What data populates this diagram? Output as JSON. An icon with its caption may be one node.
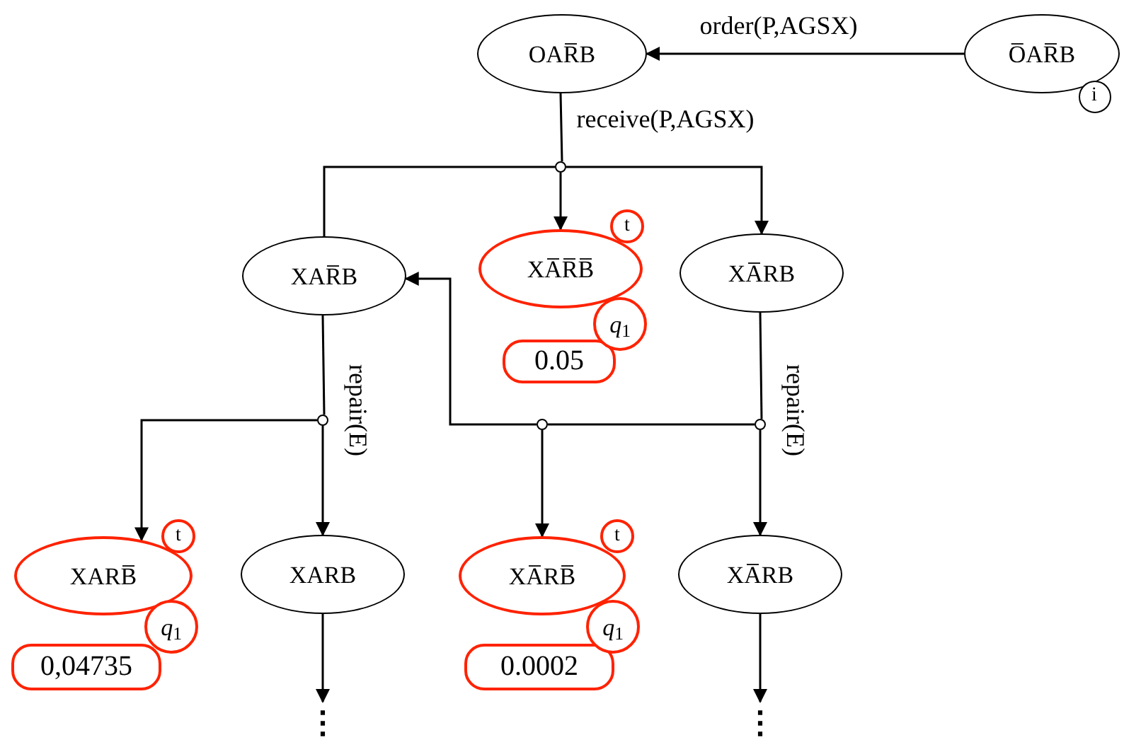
{
  "diagram": {
    "nodes": [
      {
        "text": [
          "OAR̅B"
        ]
      },
      {
        "text": [
          "O̅AR̅B"
        ]
      },
      {
        "text": [
          "i"
        ]
      },
      {
        "text": [],
        "shape": "circle"
      },
      {
        "text": [
          "XAR̅B"
        ]
      },
      {
        "text": [
          "XA̅R̅B̅"
        ]
      },
      {
        "text": [
          "t"
        ]
      },
      {
        "text": [
          "*q*$_{1}$"
        ]
      },
      {
        "text": [
          "0.05"
        ]
      },
      {
        "text": [
          "XA̅RB"
        ]
      },
      {
        "text": [],
        "shape": "circle"
      },
      {
        "text": [],
        "shape": "circle"
      },
      {
        "text": [],
        "shape": "circle"
      },
      {
        "text": [
          "XARB̅"
        ]
      },
      {
        "text": [
          "t"
        ]
      },
      {
        "text": [
          "*q*$_{1}$"
        ]
      },
      {
        "text": [
          "0,04735"
        ]
      },
      {
        "text": [
          "XARB"
        ]
      },
      {
        "text": [
          "XA̅RB̅"
        ]
      },
      {
        "text": [
          "t"
        ]
      },
      {
        "text": [
          "*q*$_{1}$"
        ]
      },
      {
        "text": [
          "0.0002"
        ]
      },
      {
        "text": [
          "XA̅RB"
        ]
      },
      {
        "text": [
          "⋮"
        ]
      },
      {
        "text": [
          "⋮"
        ]
      }
    ],
    "edges": [
      {
        "from": 1,
        "to": 0,
        "arrow": "to",
        "label": "order(P,AGSX)"
      },
      {
        "from": 0,
        "to": 3,
        "arrow": "none",
        "label": "receive(P,AGSX)"
      },
      {
        "from": 3,
        "to": 4,
        "arrow": "none"
      },
      {
        "from": 3,
        "to": 5,
        "arrow": "to"
      },
      {
        "from": 3,
        "to": 9,
        "arrow": "to"
      },
      {
        "from": 4,
        "to": 10,
        "arrow": "none",
        "label": "repair(E)"
      },
      {
        "from": 10,
        "to": 13,
        "arrow": "to"
      },
      {
        "from": 10,
        "to": 17,
        "arrow": "to"
      },
      {
        "from": 9,
        "to": 12,
        "arrow": "none",
        "label": "repair(E)"
      },
      {
        "from": 12,
        "to": 22,
        "arrow": "to"
      },
      {
        "from": 12,
        "to": 11,
        "arrow": "none"
      },
      {
        "from": 11,
        "to": 18,
        "arrow": "to"
      },
      {
        "from": 11,
        "to": 4,
        "arrow": "to"
      },
      {
        "from": 17,
        "to": 23,
        "arrow": "to"
      },
      {
        "from": 22,
        "to": 24,
        "arrow": "to"
      }
    ]
  }
}
